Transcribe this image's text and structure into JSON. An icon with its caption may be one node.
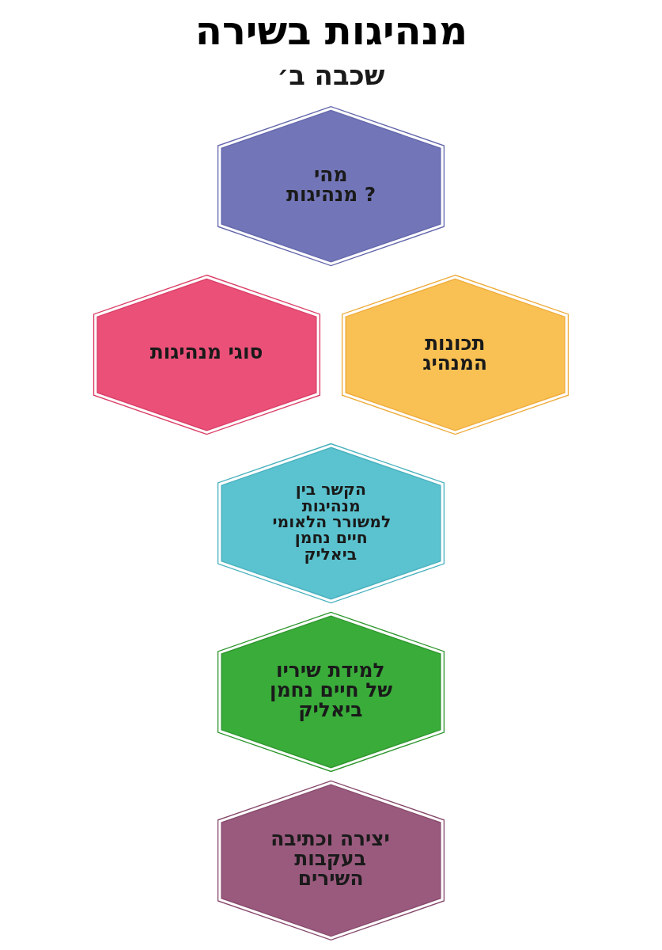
{
  "diagram": {
    "title": "מנהיגות בשירה",
    "nodes": [
      {
        "text": [
          "מהי מנהיגות ?"
        ]
      },
      {
        "text": [
          "תכונות המנהיג"
        ]
      },
      {
        "text": [
          "סוגי מנהיגות"
        ]
      },
      {
        "text": [
          "הקשר בין מנהיגות למשורר הלאומי חיים נחמן ביאליק"
        ]
      },
      {
        "text": [
          "למידת שיריו של חיים נחמן ביאליק"
        ]
      },
      {
        "text": [
          "יצירה וכתיבה בעקבות השירים"
        ]
      }
    ],
    "labels": [
      "שכבה ב׳"
    ]
  }
}
